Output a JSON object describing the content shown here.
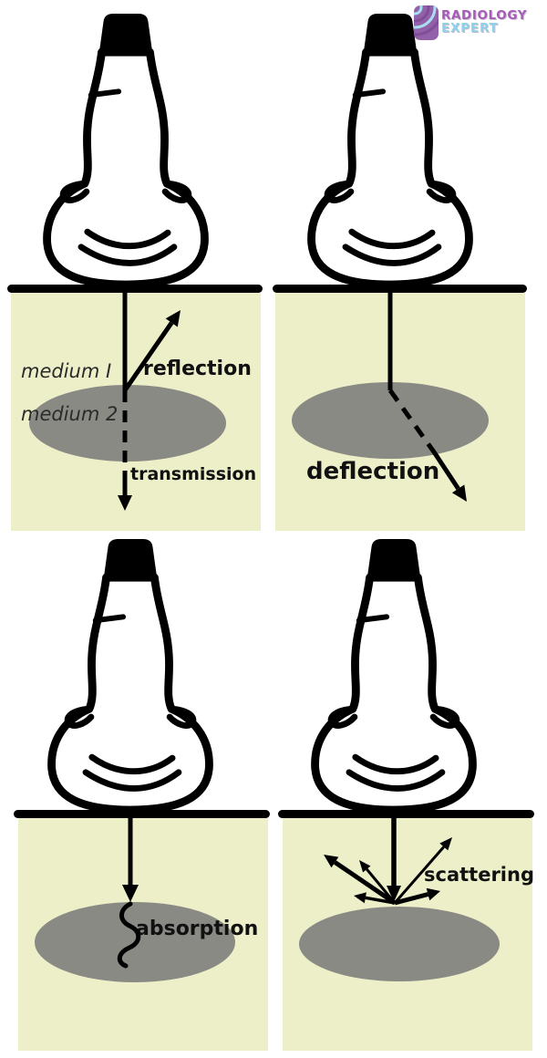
{
  "logo": {
    "brand_line1": "RADIOLOGY",
    "brand_line2": "EXPERT",
    "colors": {
      "line1": "#a75cb8",
      "line2": "#8ed2ea",
      "icon_bg": "#9360aa",
      "icon_arcs": "#a8e0f2"
    }
  },
  "palette": {
    "tissue_background": "#edefc8",
    "lesion_gray": "#8a8a85",
    "ink": "#000000",
    "label_text": "#111111",
    "medium_text": "#2b2b2b"
  },
  "panels": {
    "top_left": {
      "name": "reflection and transmission",
      "medium1_label": "medium I",
      "medium2_label": "medium 2",
      "reflection_label": "reflection",
      "transmission_label": "transmission"
    },
    "top_right": {
      "name": "deflection",
      "deflection_label": "deflection"
    },
    "bottom_left": {
      "name": "absorption",
      "absorption_label": "absorption"
    },
    "bottom_right": {
      "name": "scattering",
      "scattering_label": "scattering"
    }
  }
}
